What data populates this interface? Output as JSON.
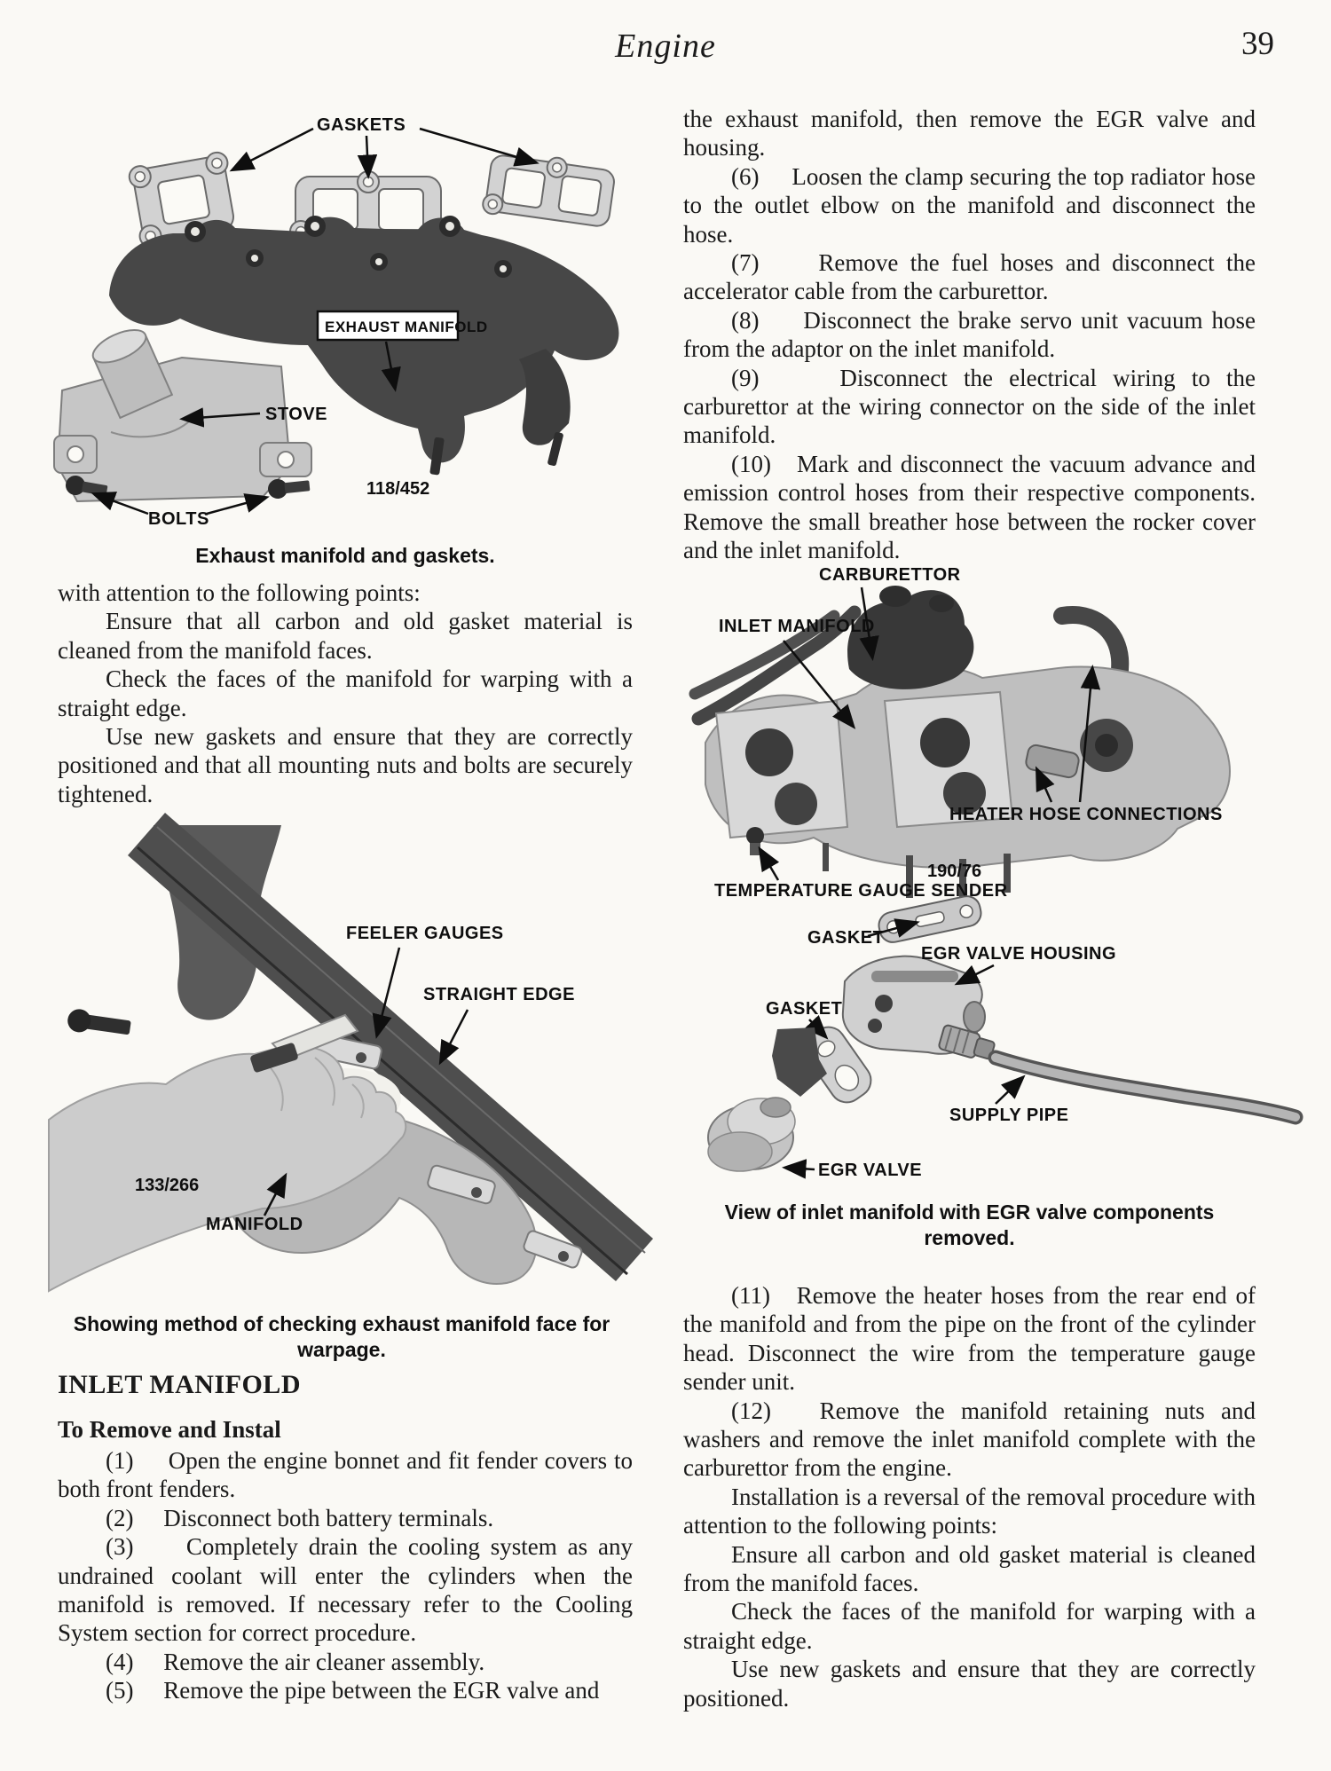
{
  "header": {
    "title": "Engine",
    "page_number": "39"
  },
  "ink_color": "#1a1a1a",
  "paper_color": "#faf9f5",
  "left_column": {
    "figure1": {
      "caption": "Exhaust manifold and gaskets.",
      "figure_number": "118/452",
      "labels": {
        "gaskets": "GASKETS",
        "exhaust_manifold": "EXHAUST MANIFOLD",
        "stove": "STOVE",
        "bolts": "BOLTS"
      }
    },
    "intro_paragraphs": [
      "with attention to the following points:",
      "Ensure that all carbon and old gasket material is cleaned from the manifold faces.",
      "Check the faces of the manifold for warping with a straight edge.",
      "Use new gaskets and ensure that they are correctly positioned and that all mounting nuts and bolts are securely tightened."
    ],
    "figure2": {
      "caption": "Showing method of checking exhaust manifold face for warpage.",
      "figure_number": "133/266",
      "labels": {
        "feeler_gauges": "FEELER GAUGES",
        "straight_edge": "STRAIGHT EDGE",
        "manifold": "MANIFOLD"
      }
    },
    "section_heading": "INLET MANIFOLD",
    "subsection_heading": "To Remove and Instal",
    "steps": [
      "(1)     Open the engine bonnet and fit fender covers to both front fenders.",
      "(2)     Disconnect both battery terminals.",
      "(3)     Completely drain the cooling system as any undrained coolant will enter the cylinders when the manifold is removed. If necessary refer to the Cooling System section for correct procedure.",
      "(4)     Remove the air cleaner assembly.",
      "(5)     Remove the pipe between the EGR valve and"
    ]
  },
  "right_column": {
    "paragraphs_top": [
      "the exhaust manifold, then remove the EGR valve and housing.",
      "(6)     Loosen the clamp securing the top radiator hose to the outlet elbow on the manifold and disconnect the hose.",
      "(7)     Remove the fuel hoses and disconnect the accelerator cable from the carburettor.",
      "(8)     Disconnect the brake servo unit vacuum hose from the adaptor on the inlet manifold.",
      "(9)     Disconnect the electrical wiring to the carburettor at the wiring connector on the side of the inlet manifold.",
      "(10)   Mark and disconnect the vacuum advance and emission control hoses from their respective components. Remove the small breather hose between the rocker cover and the inlet manifold."
    ],
    "figure3": {
      "figure_number": "190/76",
      "labels": {
        "carburettor": "CARBURETTOR",
        "inlet_manifold": "INLET MANIFOLD",
        "heater_hose_connections": "HEATER HOSE CONNECTIONS",
        "temperature_gauge_sender": "TEMPERATURE GAUGE SENDER"
      }
    },
    "figure4": {
      "caption": "View of inlet manifold with EGR valve components removed.",
      "labels": {
        "gasket_top": "GASKET",
        "egr_valve_housing": "EGR VALVE HOUSING",
        "gasket_mid": "GASKET",
        "supply_pipe": "SUPPLY PIPE",
        "egr_valve": "EGR VALVE"
      }
    },
    "paragraphs_bottom": [
      "(11)   Remove the heater hoses from the rear end of the manifold and from the pipe on the front of the cylinder head. Disconnect the wire from the temperature gauge sender unit.",
      "(12)   Remove the manifold retaining nuts and washers and remove the inlet manifold complete with the carburettor from the engine.",
      "Installation is a reversal of the removal procedure with attention to the following points:",
      "Ensure all carbon and old gasket material is cleaned from the manifold faces.",
      "Check the faces of the manifold for warping with a straight edge.",
      "Use new gaskets and ensure that they are correctly positioned."
    ]
  }
}
